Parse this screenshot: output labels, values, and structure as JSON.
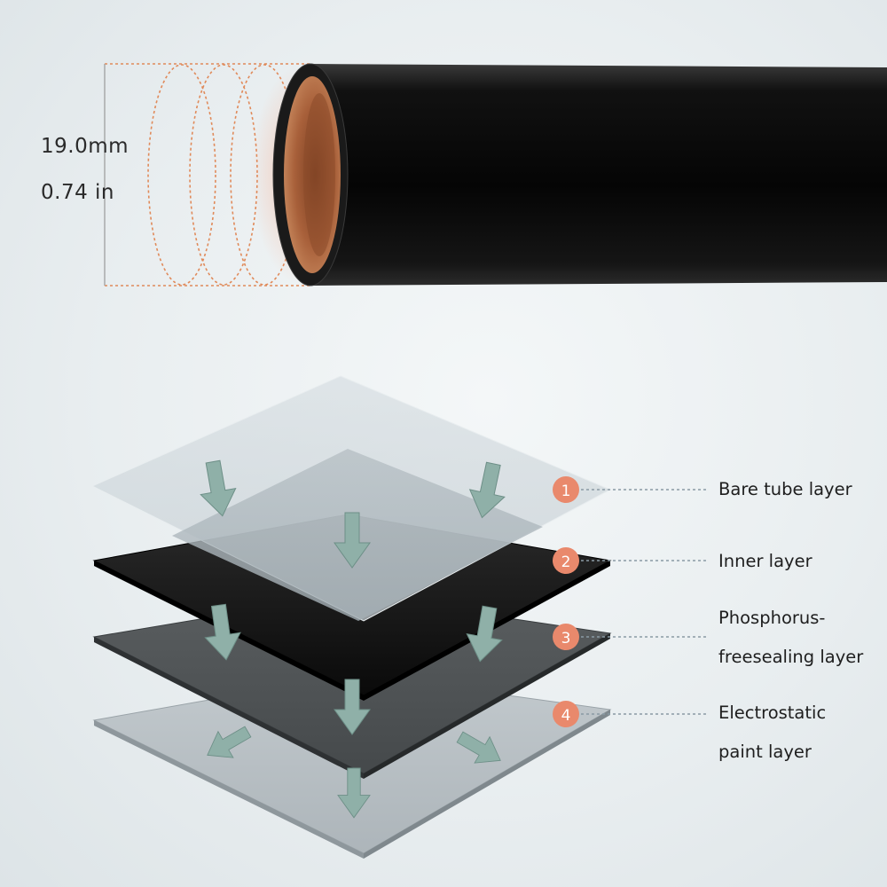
{
  "dimension": {
    "metric": "19.0mm",
    "imperial": "0.74 in"
  },
  "layers": [
    {
      "number": "1",
      "label_lines": [
        "Bare tube layer"
      ]
    },
    {
      "number": "2",
      "label_lines": [
        "Inner layer"
      ]
    },
    {
      "number": "3",
      "label_lines": [
        "Phosphorus-",
        "freesealing layer"
      ]
    },
    {
      "number": "4",
      "label_lines": [
        "Electrostatic",
        "paint layer"
      ]
    }
  ],
  "colors": {
    "badge": "#e9896c",
    "arrow": "#8fb0a8",
    "tube_inner": "#a8603a",
    "dashed_outline": "#e08a5a",
    "leader_line": "#8a9aa4"
  }
}
